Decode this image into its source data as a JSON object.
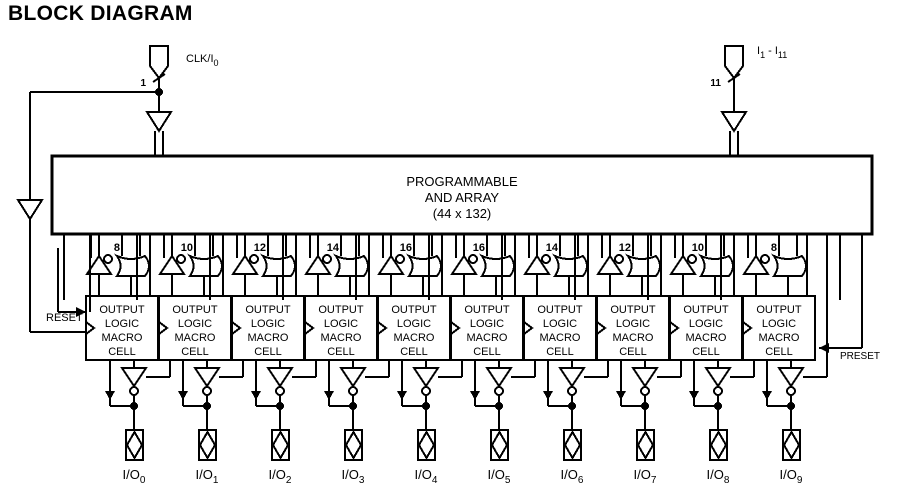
{
  "page": {
    "title": "BLOCK DIAGRAM",
    "background_color": "#ffffff",
    "line_color": "#000000"
  },
  "inputs": {
    "clock_pin": {
      "label": "CLK/I",
      "subscript": "0",
      "pin_count": "1",
      "name": "clk-input-pad"
    },
    "data_pins": {
      "label_prefix": "I",
      "label_sub_from": "1",
      "label_sep": " - ",
      "label_sub_to": "11",
      "display": "I1 - I11",
      "pin_count": "11",
      "name": "data-input-pad"
    }
  },
  "array": {
    "line1": "PROGRAMMABLE",
    "line2": "AND ARRAY",
    "line3": "(44 x 132)"
  },
  "control_signals": {
    "reset": "RESET",
    "preset": "PRESET"
  },
  "macrocell": {
    "line1": "OUTPUT",
    "line2": "LOGIC",
    "line3": "MACRO",
    "line4": "CELL"
  },
  "macrocells": [
    {
      "index": 0,
      "product_terms": "8",
      "io_label": "I/O",
      "io_sub": "0"
    },
    {
      "index": 1,
      "product_terms": "10",
      "io_label": "I/O",
      "io_sub": "1"
    },
    {
      "index": 2,
      "product_terms": "12",
      "io_label": "I/O",
      "io_sub": "2"
    },
    {
      "index": 3,
      "product_terms": "14",
      "io_label": "I/O",
      "io_sub": "3"
    },
    {
      "index": 4,
      "product_terms": "16",
      "io_label": "I/O",
      "io_sub": "4"
    },
    {
      "index": 5,
      "product_terms": "16",
      "io_label": "I/O",
      "io_sub": "5"
    },
    {
      "index": 6,
      "product_terms": "14",
      "io_label": "I/O",
      "io_sub": "6"
    },
    {
      "index": 7,
      "product_terms": "12",
      "io_label": "I/O",
      "io_sub": "7"
    },
    {
      "index": 8,
      "product_terms": "10",
      "io_label": "I/O",
      "io_sub": "8"
    },
    {
      "index": 9,
      "product_terms": "8",
      "io_label": "I/O",
      "io_sub": "9"
    }
  ]
}
